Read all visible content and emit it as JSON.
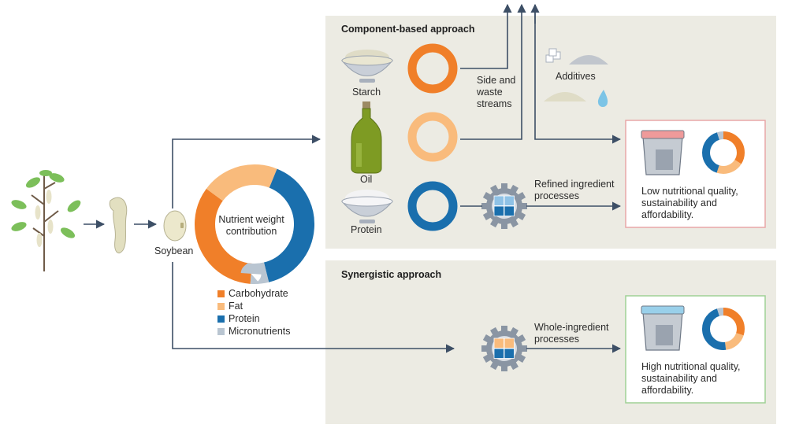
{
  "panels": {
    "component": {
      "title": "Component-based approach"
    },
    "synergistic": {
      "title": "Synergistic approach"
    }
  },
  "ingredients": {
    "starch": "Starch",
    "oil": "Oil",
    "protein": "Protein",
    "soybean": "Soybean"
  },
  "flows": {
    "side_streams": [
      "Side and",
      "waste",
      "streams"
    ],
    "additives": "Additives",
    "refined": [
      "Refined ingredient",
      "processes"
    ],
    "whole": [
      "Whole-ingredient",
      "processes"
    ]
  },
  "nutrient_chart": {
    "center_label": [
      "Nutrient weight",
      "contribution"
    ]
  },
  "outcomes": {
    "low": [
      "Low nutritional quality,",
      "sustainability and",
      "affordability."
    ],
    "high": [
      "High nutritional quality,",
      "sustainability and",
      "affordability."
    ]
  },
  "colors": {
    "carbohydrate": "#f07f29",
    "fat": "#f9bb7c",
    "protein": "#1a6fad",
    "micronutrients": "#b9c5d1",
    "panel_bg": "#ecebe3",
    "arrow": "#3d4f66",
    "low_border": "#e8a7a8",
    "high_border": "#9fd196"
  },
  "chart_data": {
    "type": "pie",
    "categories": [
      "Carbohydrate",
      "Fat",
      "Protein",
      "Micronutrients"
    ],
    "values": [
      34,
      21,
      40,
      5
    ],
    "legend_position": "bottom-left"
  },
  "product_low_donut": {
    "values": [
      34,
      21,
      40,
      5
    ]
  },
  "product_high_donut": {
    "values": [
      30,
      18,
      47,
      5
    ]
  }
}
